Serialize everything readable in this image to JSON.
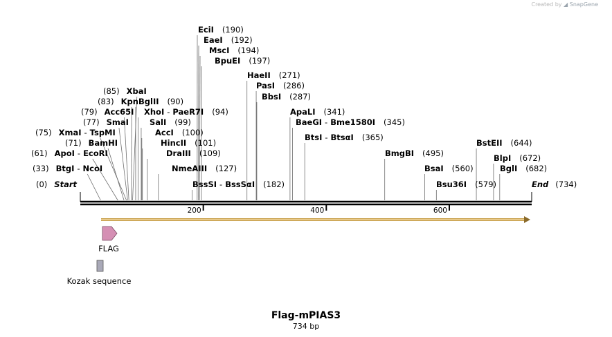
{
  "credit": {
    "prefix": "Created by",
    "brand": "SnapGene"
  },
  "plasmid": {
    "name": "Flag-mPIAS3",
    "length_label": "734 bp",
    "length": 734
  },
  "ends": {
    "start": {
      "pos_label": "(0)",
      "label": "Start"
    },
    "end": {
      "label": "End",
      "pos_label": "(734)"
    }
  },
  "ticks": [
    {
      "bp": 200,
      "label": "200"
    },
    {
      "bp": 400,
      "label": "400"
    },
    {
      "bp": 600,
      "label": "600"
    }
  ],
  "sites": [
    {
      "name": "EciI",
      "pos": "(190)",
      "bp": 190
    },
    {
      "name": "EaeI",
      "pos": "(192)",
      "bp": 192
    },
    {
      "name": "MscI",
      "pos": "(194)",
      "bp": 194
    },
    {
      "name": "BpuEI",
      "pos": "(197)",
      "bp": 197
    },
    {
      "name": "HaeII",
      "pos": "(271)",
      "bp": 271
    },
    {
      "name": "PasI",
      "pos": "(286)",
      "bp": 286
    },
    {
      "name": "BbsI",
      "pos": "(287)",
      "bp": 287
    },
    {
      "name": "XbaI",
      "pos": "(85)",
      "bp": 85
    },
    {
      "name": "KpnI",
      "pos": "(83)",
      "bp": 83
    },
    {
      "name": "Acc65I",
      "pos": "(79)",
      "bp": 79
    },
    {
      "name": "SmaI",
      "pos": "(77)",
      "bp": 77
    },
    {
      "name": "XmaI - TspMI",
      "pos": "(75)",
      "bp": 75
    },
    {
      "name": "BamHI",
      "pos": "(71)",
      "bp": 71
    },
    {
      "name": "ApoI - EcoRI",
      "pos": "(61)",
      "bp": 61
    },
    {
      "name": "BtgI - NcoI",
      "pos": "(33)",
      "bp": 33
    },
    {
      "name": "BglII",
      "pos": "(90)",
      "bp": 90
    },
    {
      "name": "XhoI - PaeR7I",
      "pos": "(94)",
      "bp": 94
    },
    {
      "name": "SalI",
      "pos": "(99)",
      "bp": 99
    },
    {
      "name": "AccI",
      "pos": "(100)",
      "bp": 100
    },
    {
      "name": "HincII",
      "pos": "(101)",
      "bp": 101
    },
    {
      "name": "DraIII",
      "pos": "(109)",
      "bp": 109
    },
    {
      "name": "NmeAIII",
      "pos": "(127)",
      "bp": 127
    },
    {
      "name": "BssSI - BssSαI",
      "pos": "(182)",
      "bp": 182
    },
    {
      "name": "ApaLI",
      "pos": "(341)",
      "bp": 341
    },
    {
      "name": "BaeGI - Bme1580I",
      "pos": "(345)",
      "bp": 345
    },
    {
      "name": "BtsI - BtsαI",
      "pos": "(365)",
      "bp": 365
    },
    {
      "name": "BmgBI",
      "pos": "(495)",
      "bp": 495
    },
    {
      "name": "BsaI",
      "pos": "(560)",
      "bp": 560
    },
    {
      "name": "Bsu36I",
      "pos": "(579)",
      "bp": 579
    },
    {
      "name": "BstEII",
      "pos": "(644)",
      "bp": 644
    },
    {
      "name": "BlpI",
      "pos": "(672)",
      "bp": 672
    },
    {
      "name": "BglI",
      "pos": "(682)",
      "bp": 682
    }
  ],
  "features": [
    {
      "name": "FLAG",
      "color": "#d58fb4"
    },
    {
      "name": "Kozak sequence",
      "color": "#a9a9b8"
    }
  ],
  "orf": {
    "color": "#e8c98a"
  }
}
